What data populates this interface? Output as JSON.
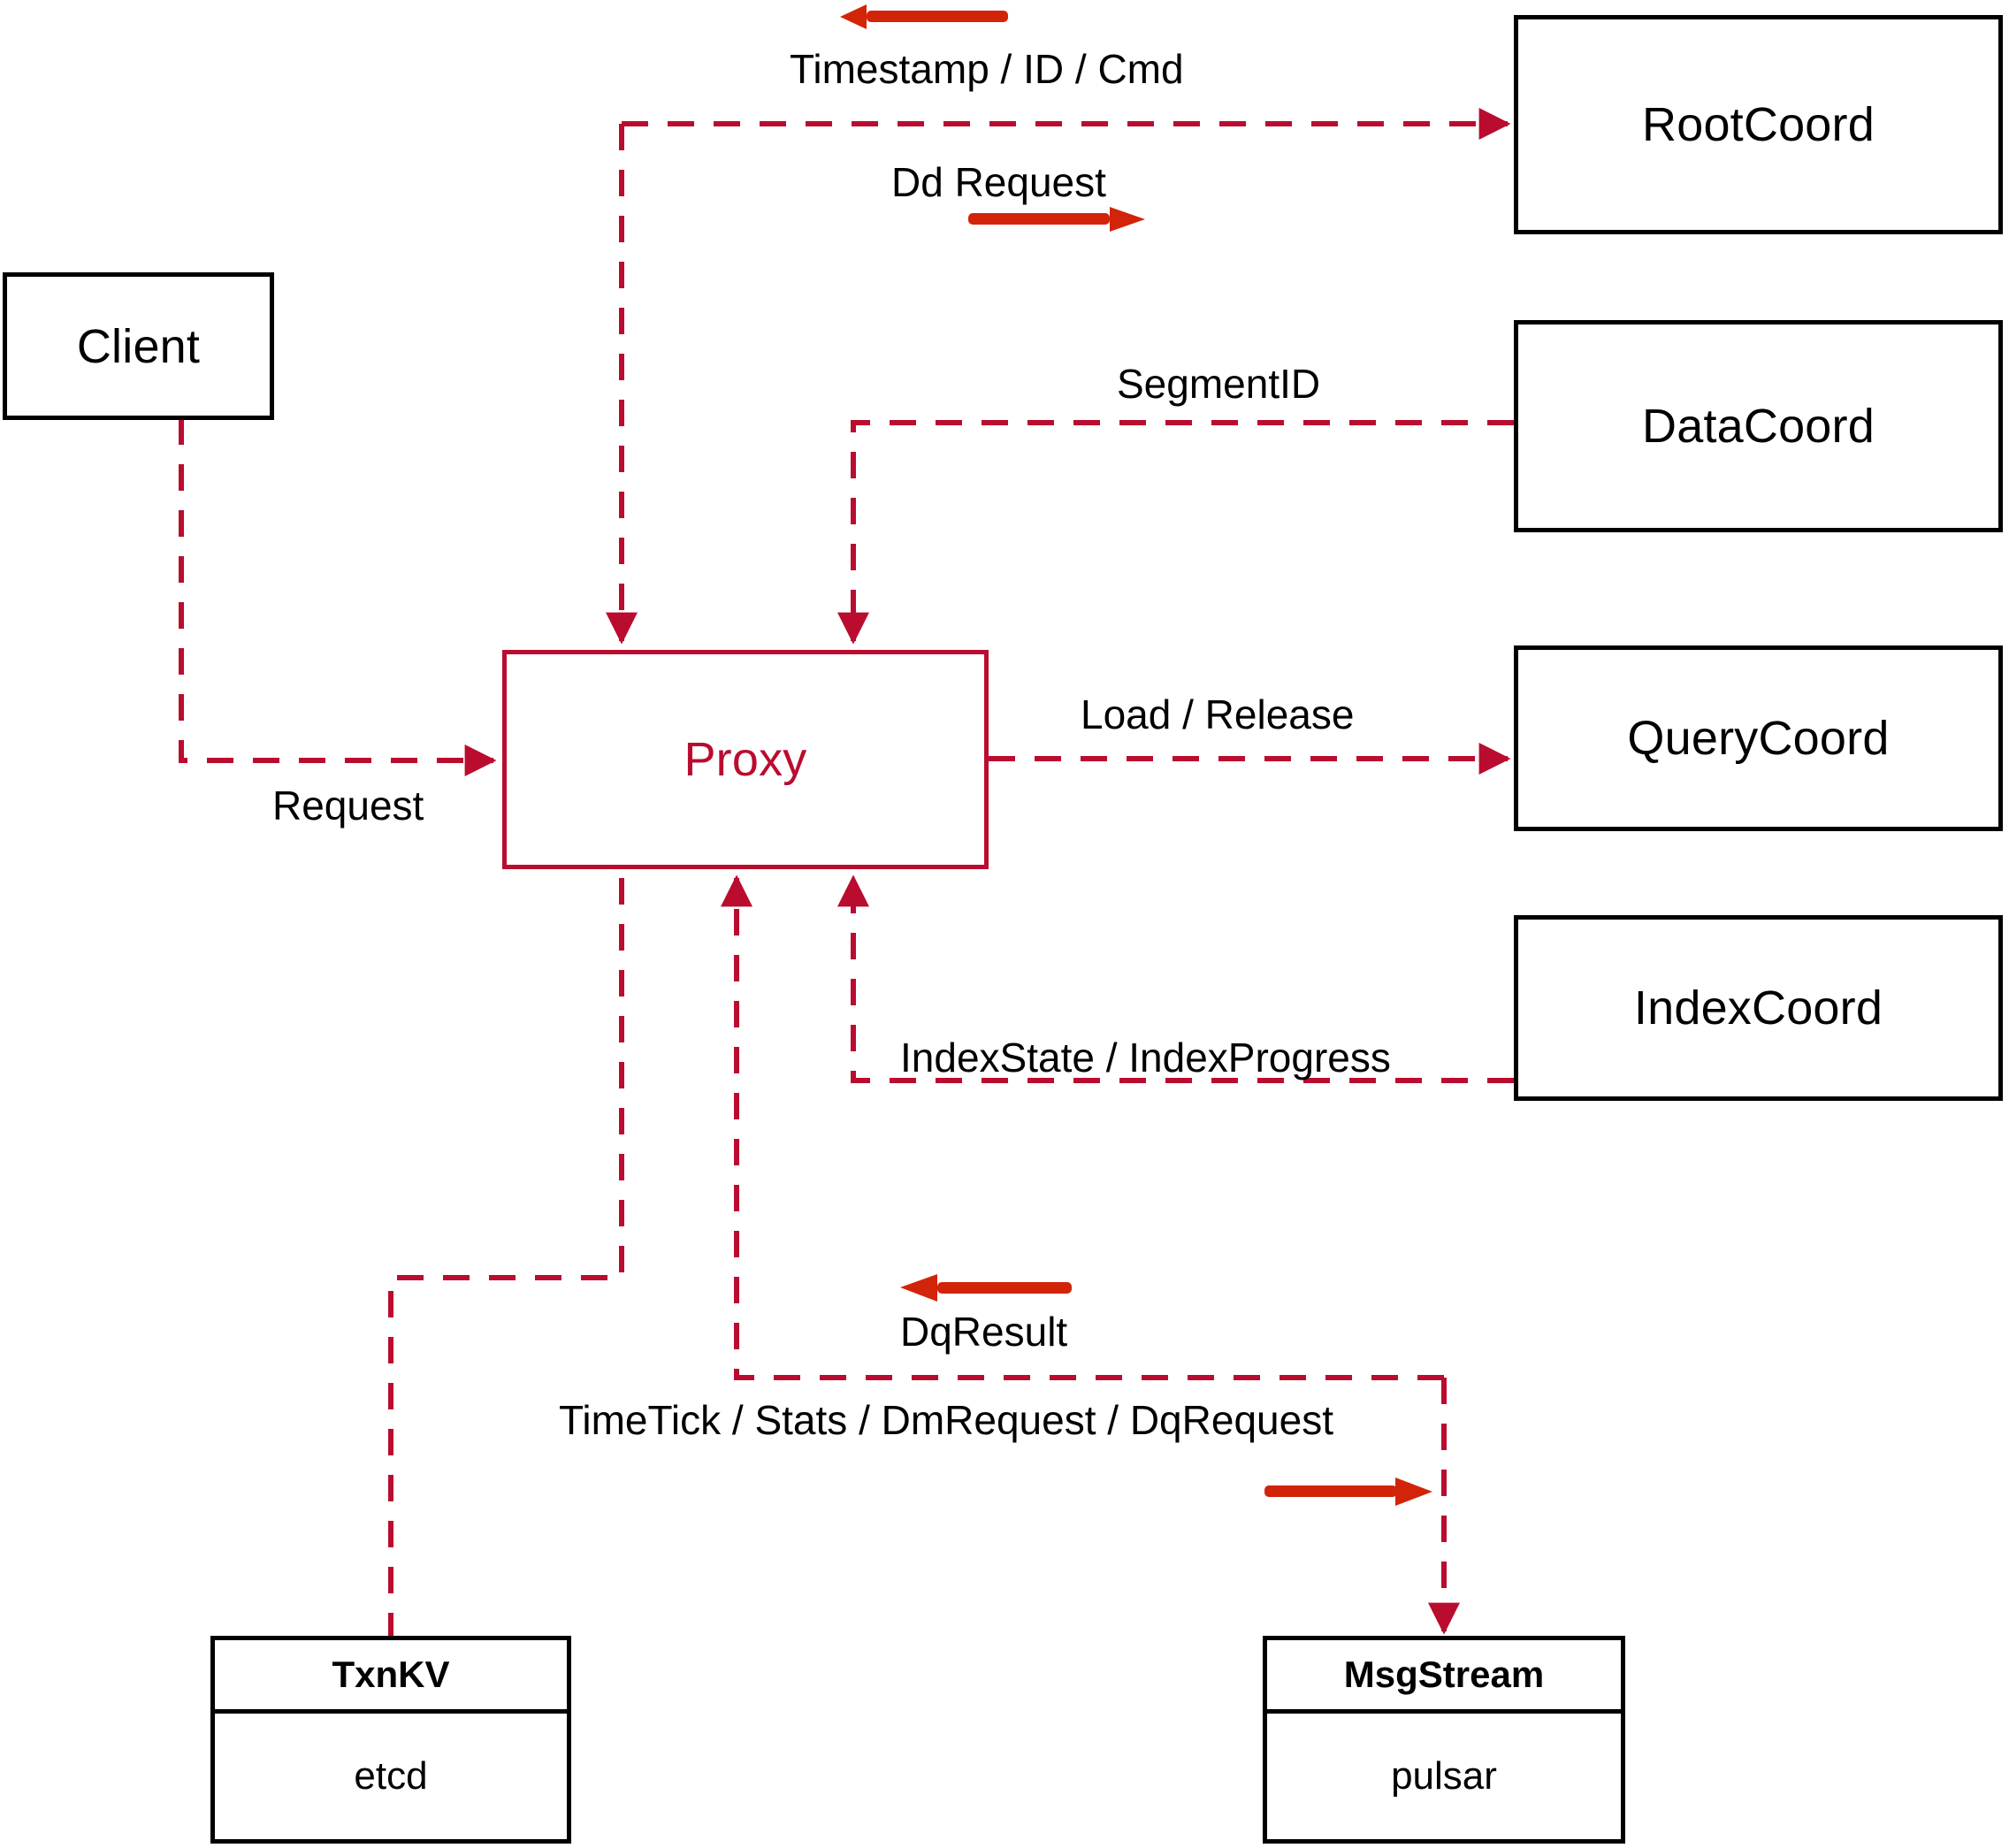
{
  "diagram": {
    "title": "Milvus Proxy component interaction diagram",
    "colors": {
      "accent_red": "#BA0C2F",
      "arrow_orange_red": "#D22409",
      "node_stroke": "#000000",
      "background": "#FFFFFF"
    }
  },
  "nodes": {
    "client": {
      "label": "Client"
    },
    "proxy": {
      "label": "Proxy"
    },
    "root_coord": {
      "label": "RootCoord"
    },
    "data_coord": {
      "label": "DataCoord"
    },
    "query_coord": {
      "label": "QueryCoord"
    },
    "index_coord": {
      "label": "IndexCoord"
    },
    "txn_kv": {
      "title": "TxnKV",
      "impl": "etcd"
    },
    "msg_stream": {
      "title": "MsgStream",
      "impl": "pulsar"
    }
  },
  "edges": [
    {
      "id": "client-to-proxy",
      "label": "Request",
      "from": "Client",
      "to": "Proxy",
      "direction": "right"
    },
    {
      "id": "proxy-to-rootcoord",
      "label": "Dd Request",
      "from": "Proxy",
      "to": "RootCoord",
      "direction": "right"
    },
    {
      "id": "rootcoord-to-proxy",
      "label": "Timestamp / ID / Cmd",
      "from": "RootCoord",
      "to": "Proxy",
      "direction": "left"
    },
    {
      "id": "datacoord-to-proxy",
      "label": "SegmentID",
      "from": "DataCoord",
      "to": "Proxy",
      "direction": "left"
    },
    {
      "id": "proxy-to-querycoord",
      "label": "Load / Release",
      "from": "Proxy",
      "to": "QueryCoord",
      "direction": "right"
    },
    {
      "id": "indexcoord-to-proxy",
      "label": "IndexState / IndexProgress",
      "from": "IndexCoord",
      "to": "Proxy",
      "direction": "left"
    },
    {
      "id": "msgstream-to-proxy",
      "label": "DqResult",
      "from": "MsgStream",
      "to": "Proxy",
      "direction": "left"
    },
    {
      "id": "proxy-to-msgstream",
      "label": "TimeTick / Stats / DmRequest / DqRequest",
      "from": "Proxy",
      "to": "MsgStream",
      "direction": "right"
    },
    {
      "id": "proxy-to-txnkv",
      "label": "",
      "from": "Proxy",
      "to": "TxnKV",
      "direction": "down"
    }
  ]
}
